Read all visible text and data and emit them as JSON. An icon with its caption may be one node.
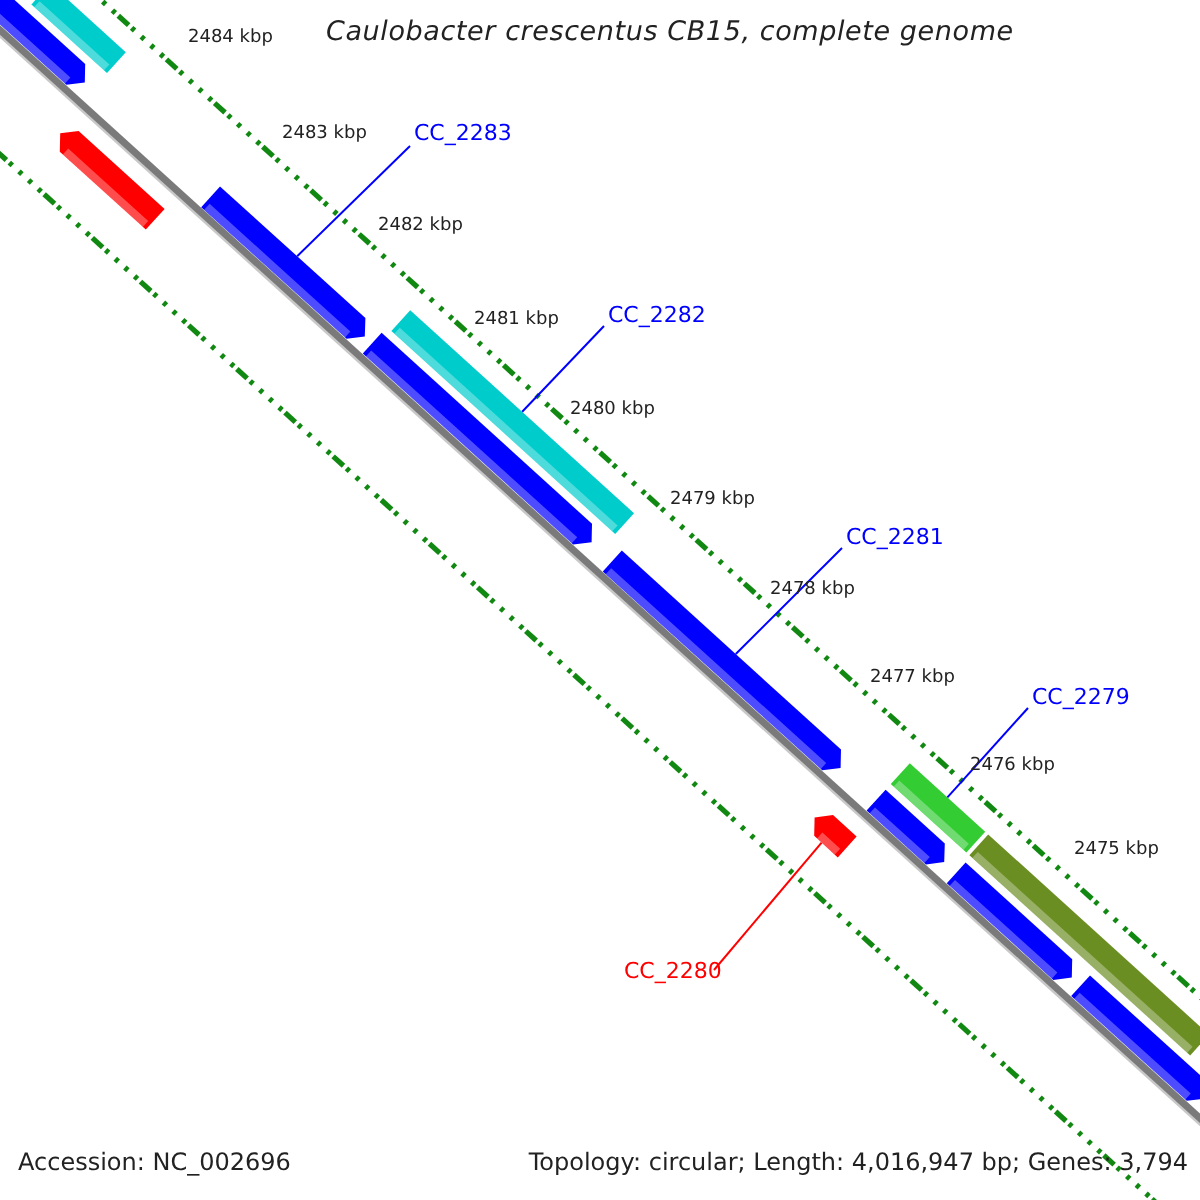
{
  "diagram": {
    "title": "Caulobacter crescentus CB15, complete genome",
    "nodes": [
      {
        "text": [
          "CC_2283"
        ]
      },
      {
        "text": [
          "CC_2282"
        ]
      },
      {
        "text": [
          "CC_2281"
        ]
      },
      {
        "text": [
          "CC_2279"
        ]
      },
      {
        "text": [
          "CC_2280"
        ]
      },
      {
        "text": [],
        "shape": "bar"
      },
      {
        "text": [],
        "shape": "bar"
      },
      {
        "text": [],
        "shape": "bar"
      },
      {
        "text": [],
        "shape": "bar"
      },
      {
        "text": [],
        "shape": "bar"
      },
      {
        "text": [],
        "shape": "bar"
      },
      {
        "text": [],
        "shape": "bar"
      },
      {
        "text": [],
        "shape": "bar"
      },
      {
        "text": [],
        "shape": "bar"
      },
      {
        "text": [],
        "shape": "bar"
      },
      {
        "text": [],
        "shape": "bar"
      },
      {
        "text": [],
        "shape": "bar"
      },
      {
        "text": [],
        "shape": "bar"
      }
    ],
    "edges": [
      {
        "from": 0,
        "to": 8,
        "arrow": "none"
      },
      {
        "from": 1,
        "to": 9,
        "arrow": "none"
      },
      {
        "from": 2,
        "to": 11,
        "arrow": "none"
      },
      {
        "from": 3,
        "to": 13,
        "arrow": "none"
      },
      {
        "from": 4,
        "to": 12,
        "arrow": "none",
        "color": "#ff0000"
      }
    ],
    "labels": [
      "2484 kbp",
      "2483 kbp",
      "2482 kbp",
      "2481 kbp",
      "2480 kbp",
      "2479 kbp",
      "2478 kbp",
      "2477 kbp",
      "2476 kbp",
      "2475 kbp",
      "Accession: NC_002696",
      "Topology: circular; Length: 4,016,947 bp; Genes: 3,794"
    ]
  }
}
